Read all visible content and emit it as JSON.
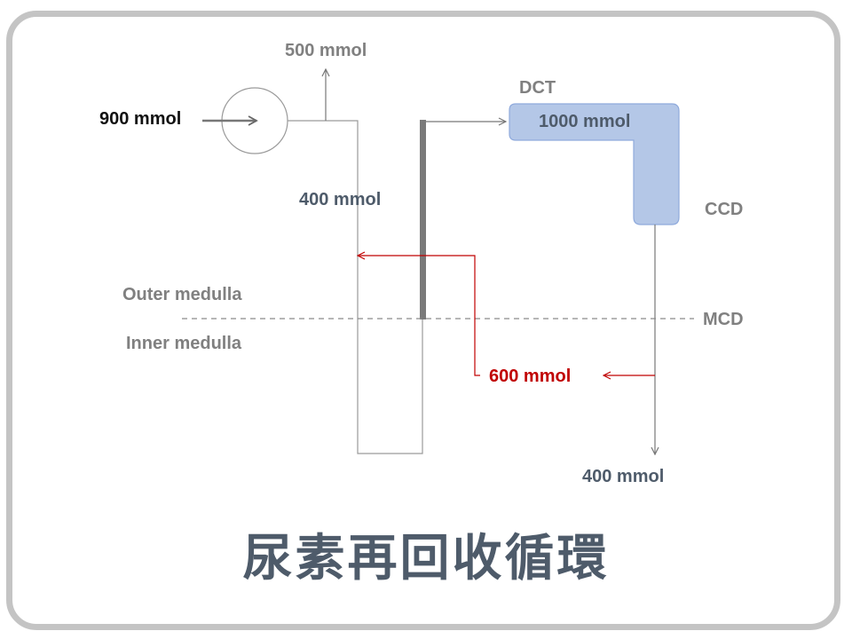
{
  "title": "尿素再回收循環",
  "labels": {
    "urea_in": "900 mmol",
    "urea_out_proximal": "500 mmol",
    "dct": "DCT",
    "dct_amount": "1000 mmol",
    "loop_amount": "400 mmol",
    "ccd": "CCD",
    "outer_medulla": "Outer medulla",
    "inner_medulla": "Inner medulla",
    "mcd": "MCD",
    "recycled": "600 mmol",
    "excreted": "400 mmol"
  },
  "colors": {
    "frame": "#c4c4c4",
    "text_gray": "#808080",
    "text_slate": "#4e5b6a",
    "recycle_red": "#c00000",
    "duct_fill": "#b4c7e7",
    "duct_stroke": "#8faadc",
    "thick_limb": "#7a7a7a"
  }
}
